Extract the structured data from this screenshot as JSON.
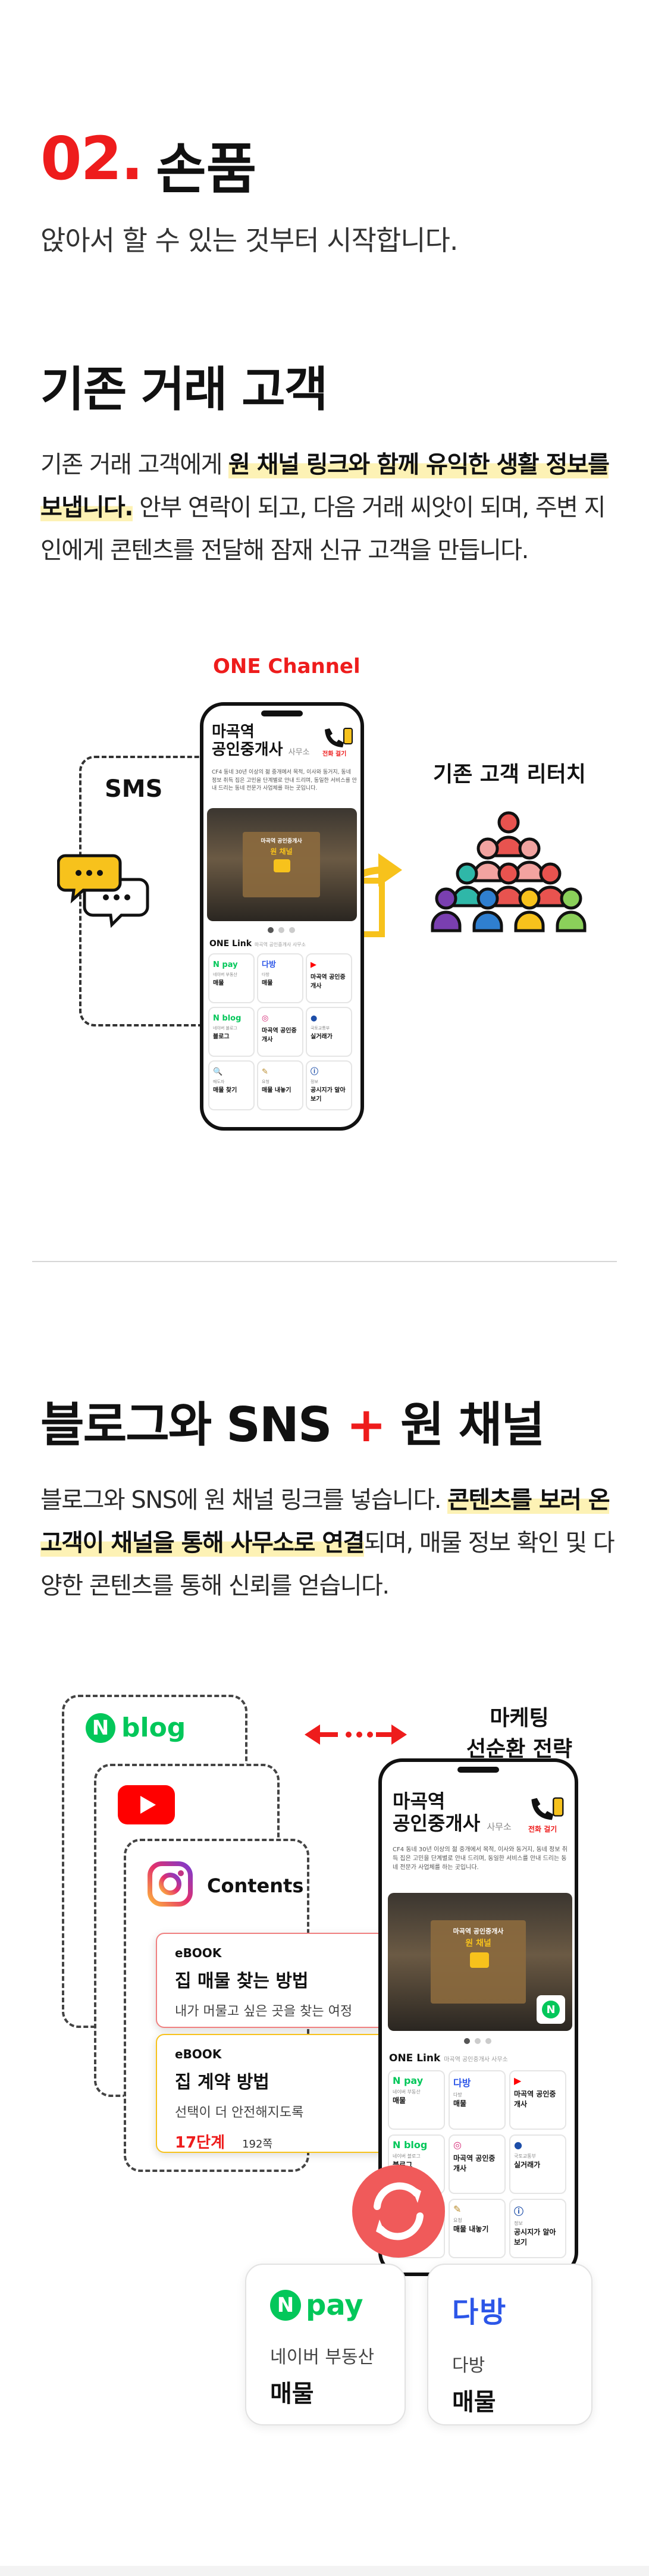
{
  "header": {
    "number": "02.",
    "title": "손품",
    "subtitle": "앉아서 할 수 있는 것부터 시작합니다."
  },
  "section1": {
    "title": "기존 거래 고객",
    "para_pre": "기존 거래 고객에게 ",
    "para_highlight": "원 채널 링크와 함께 유익한 생활 정보를 보냅니다.",
    "para_post": " 안부 연락이 되고, 다음 거래 씨앗이 되며, 주변 지인에게 콘텐츠를 전달해 잠재 신규 고객을 만듭니다.",
    "diagram": {
      "one_channel": "ONE Channel",
      "sms": "SMS",
      "retouch": "기존 고객 리터치"
    }
  },
  "phone": {
    "name_line1": "마곡역",
    "name_line2": "공인중개사",
    "name_suffix": "사무소",
    "call_label": "전화 걸기",
    "desc": "CF4 동네 30년 이상의 젊 중개에서 목적, 이사와 동거지, 동네 정보 취득 집은 고민을 단계별로 안내 드리며, 동일한 서비스를 안내 드리는 동네 전문가 사업체를 하는 곳입니다.",
    "photo_sign_top": "마곡역 공인중개사",
    "photo_sign": "원 채널",
    "onelink": "ONE Link",
    "onelink_sub": "마곡역 공인중개사 사무소",
    "tiles": [
      {
        "logo": "N pay",
        "cap": "네이버 부동산",
        "val": "매물",
        "color": "#03c75a"
      },
      {
        "logo": "다방",
        "cap": "다방",
        "val": "매물",
        "color": "#2c56e8"
      },
      {
        "logo": "▶",
        "cap": "",
        "val": "마곡역 공인중개사",
        "color": "#ff0000"
      },
      {
        "logo": "N blog",
        "cap": "네이버 블로그",
        "val": "블로그",
        "color": "#03c75a"
      },
      {
        "logo": "◎",
        "cap": "",
        "val": "마곡역 공인중개사",
        "color": "#d62976"
      },
      {
        "logo": "●",
        "cap": "국토교통부",
        "val": "실거래가",
        "color": "#1d4ea8"
      },
      {
        "logo": "🔍",
        "cap": "매도자",
        "val": "매물 찾기",
        "color": "#b88a2a"
      },
      {
        "logo": "✎",
        "cap": "요청",
        "val": "매물 내놓기",
        "color": "#b88a2a"
      },
      {
        "logo": "ⓘ",
        "cap": "정보",
        "val": "공시지가 알아보기",
        "color": "#1d4ea8"
      }
    ]
  },
  "section2": {
    "title_pre": "블로그와 SNS ",
    "title_plus": "+",
    "title_post": " 원 채널",
    "para_pre": "블로그와 SNS에 원 채널 링크를 넣습니다. ",
    "para_highlight": "콘텐츠를 보러 온 고객이 채널을 통해 사무소로 연결",
    "para_post": "되며, 매물 정보 확인 및 다양한 콘텐츠를 통해 신뢰를 얻습니다.",
    "diagram": {
      "blog": "blog",
      "blog_badge": "N",
      "marketing_line1": "마케팅",
      "marketing_line2": "선순환 전략",
      "contents": "Contents",
      "ebooks": [
        {
          "tag": "eBOOK",
          "title": "집 매물 찾는 방법",
          "desc": "내가 머물고 싶은 곳을 찾는 여정"
        },
        {
          "tag": "eBOOK",
          "title": "집 계약 방법",
          "desc": "선택이 더 안전해지도록",
          "steps": "17단계",
          "count": "192쪽"
        }
      ],
      "pay_cards": [
        {
          "logo_n": "N",
          "logo": "pay",
          "cap": "네이버 부동산",
          "val": "매물"
        },
        {
          "logo": "다방",
          "cap": "다방",
          "val": "매물"
        }
      ]
    }
  },
  "colors": {
    "accent_red": "#ee1c1c",
    "highlight": "#fdf2b5",
    "naver_green": "#03c75a",
    "dabang_blue": "#2c56e8",
    "youtube_red": "#ff0000",
    "sync_red": "#f05a5a"
  }
}
